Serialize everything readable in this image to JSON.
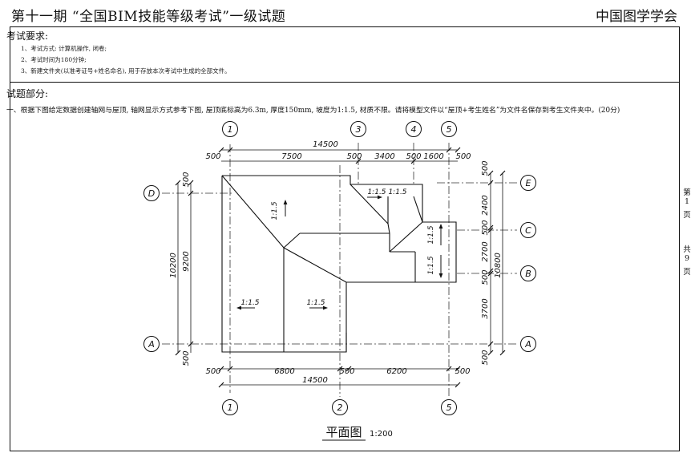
{
  "header": {
    "title": "第十一期 “全国BIM技能等级考试”一级试题",
    "org": "中国图学学会"
  },
  "requirements": {
    "heading": "考试要求:",
    "items": [
      "1、考试方式: 计算机操作, 闭卷;",
      "2、考试时间为180分钟;",
      "3、新建文件夹(以准考证号+姓名命名), 用于存放本次考试中生成的全部文件。"
    ]
  },
  "questions": {
    "heading": "试题部分:",
    "task": "一、根据下图给定数据创建轴网与屋顶, 轴网显示方式参考下图, 屋顶底标高为6.3m, 厚度150mm, 坡度为1:1.5, 材质不限。请将模型文件以“屋顶+考生姓名”为文件名保存到考生文件夹中。(20分)"
  },
  "page_side": {
    "page_label": [
      "第",
      "1",
      "页"
    ],
    "total_label": [
      "共",
      "9",
      "页"
    ]
  },
  "drawing": {
    "top_axes": [
      "1",
      "3",
      "4",
      "5"
    ],
    "bottom_axes": [
      "1",
      "2",
      "5"
    ],
    "left_axes": [
      "D",
      "A"
    ],
    "right_axes": [
      "E",
      "C",
      "B",
      "A"
    ],
    "top_dims": {
      "total": "14500",
      "segments": [
        "500",
        "7500",
        "500",
        "3400",
        "500",
        "1600",
        "500"
      ]
    },
    "bottom_dims": {
      "total": "14500",
      "segments": [
        "500",
        "6800",
        "500",
        "6200",
        "500"
      ]
    },
    "left_dims": {
      "total": "10200",
      "segments": [
        "500",
        "9200",
        "500"
      ]
    },
    "right_dims": {
      "total": "10800",
      "segments": [
        "500",
        "2400",
        "500",
        "2700",
        "500",
        "3700",
        "500"
      ]
    },
    "slope_labels": [
      "1:1.5",
      "1:1.5",
      "1:1.5",
      "1:1.5",
      "1:1.5",
      "1:1.5",
      "1:1.5"
    ],
    "caption": "平面图",
    "scale": "1:200"
  }
}
